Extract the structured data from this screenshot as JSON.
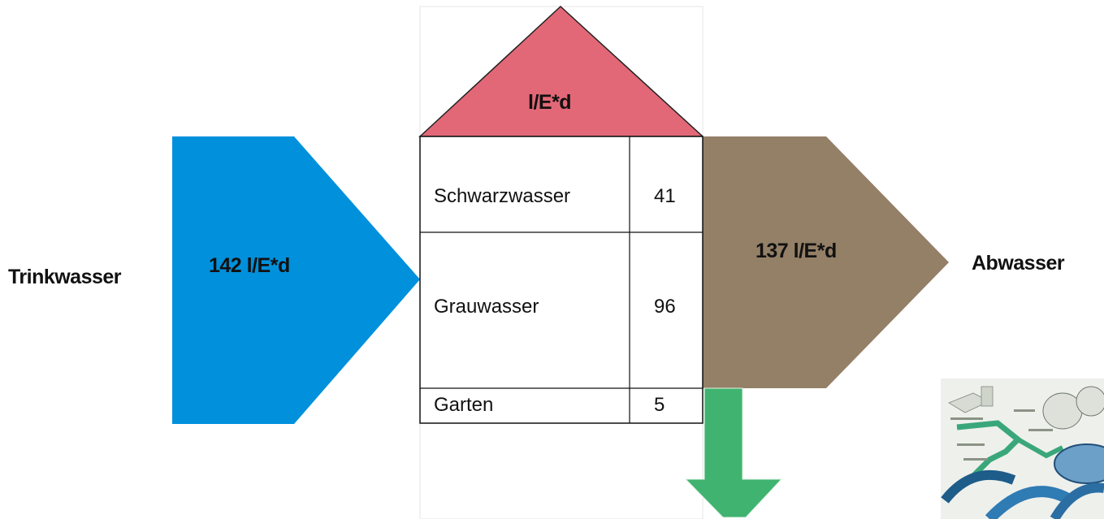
{
  "inflow": {
    "label": "Trinkwasser",
    "value": "142 l/E*d",
    "color": "#0090dc"
  },
  "house": {
    "roof_label": "l/E*d",
    "roof_color": "#e36877",
    "rows": [
      {
        "name": "Schwarzwasser",
        "value": "41"
      },
      {
        "name": "Grauwasser",
        "value": "96"
      },
      {
        "name": "Garten",
        "value": "5"
      }
    ]
  },
  "outflow": {
    "label": "Abwasser",
    "value": "137 l/E*d",
    "color": "#947f67"
  },
  "garden_arrow": {
    "color": "#3fb36f"
  },
  "treatment_image": {
    "name": "wastewater-treatment-plant-illustration"
  }
}
